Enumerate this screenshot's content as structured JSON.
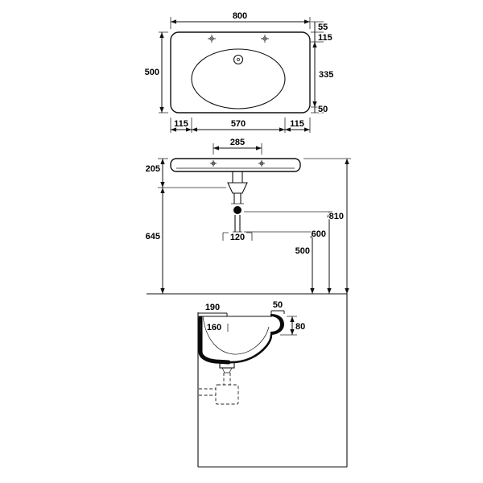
{
  "drawing": {
    "top_view": {
      "width": "800",
      "depth": "500",
      "right_stack": [
        "55",
        "115",
        "335",
        "50"
      ],
      "bottom_row": [
        "115",
        "570",
        "115"
      ]
    },
    "front_view": {
      "tap_spacing": "285",
      "left_stack": [
        "205",
        "645"
      ],
      "right_stack": [
        "810",
        "600",
        "500"
      ],
      "drain_offset": "120"
    },
    "side_view": {
      "wall_to_drain": "190",
      "rim_lip": "50",
      "wall_offset": "160",
      "rim_edge_height": "80"
    }
  }
}
